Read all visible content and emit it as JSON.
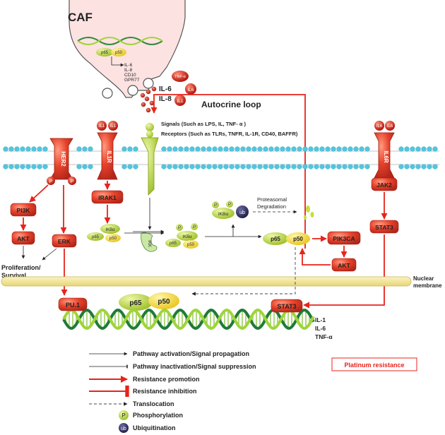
{
  "cell": {
    "label": "CAF",
    "nucleus_p65": "p65",
    "nucleus_p50": "p50",
    "genes": [
      "IL-6",
      "IL-8",
      "CD10",
      "GPR77"
    ]
  },
  "secreted": {
    "il6": "IL-6",
    "il8": "IL-8",
    "tnf": "TNF-α",
    "il6_ball": "IL6",
    "il1_ball": "IL1"
  },
  "autocrine_label": "Autocrine loop",
  "signals_text": "Signals (Such as LPS, IL, TNF- α )",
  "receptors_text": "Receptors (Such as TLRs, TNFR, IL-1R, CD40, BAFFR)",
  "receptors": {
    "her2": "HER2",
    "il1r": "IL1R",
    "il6r": "IL6R",
    "il1_ball": "IL1",
    "il6_ball": "IL6"
  },
  "kinases": {
    "pi3k": "PI3K",
    "akt_left": "AKT",
    "erk": "ERK",
    "irak1": "IRAK1",
    "jak2": "JAK2",
    "stat3": "STAT3",
    "pik3ca": "PIK3CA",
    "akt_right": "AKT",
    "pu1": "PU.1",
    "stat3_dna": "STAT3",
    "ikk": "IKK"
  },
  "nfkb": {
    "p65": "p65",
    "p50": "p50",
    "ikba": "IKBα",
    "phospho": "P",
    "ub": "ub"
  },
  "proteasome_label": [
    "Proteasomal",
    "Degradation"
  ],
  "proliferation_label": [
    "Proliferation/",
    "Survival"
  ],
  "nuclear_membrane_label": [
    "Nuclear",
    "membrane"
  ],
  "output_genes": [
    "IL-1",
    "IL-6",
    "TNF-α"
  ],
  "legend": {
    "activation": "Pathway activation/Signal propagation",
    "inactivation": "Pathway inactivation/Signal suppression",
    "promotion": "Resistance promotion",
    "inhibition": "Resistance inhibition",
    "translocation": "Translocation",
    "phosphorylation": "Phosphorylation",
    "ubiquitination": "Ubiquitination"
  },
  "platinum_label": "Platinum resistance",
  "colors": {
    "red": "#e8231b",
    "protein": "#e8432c",
    "lime": "#c6dd3e",
    "yellow": "#f4dc2c",
    "nuclear": "#f4e79c",
    "membrane_head": "#52c6e0",
    "ub": "#2d2d5e"
  }
}
